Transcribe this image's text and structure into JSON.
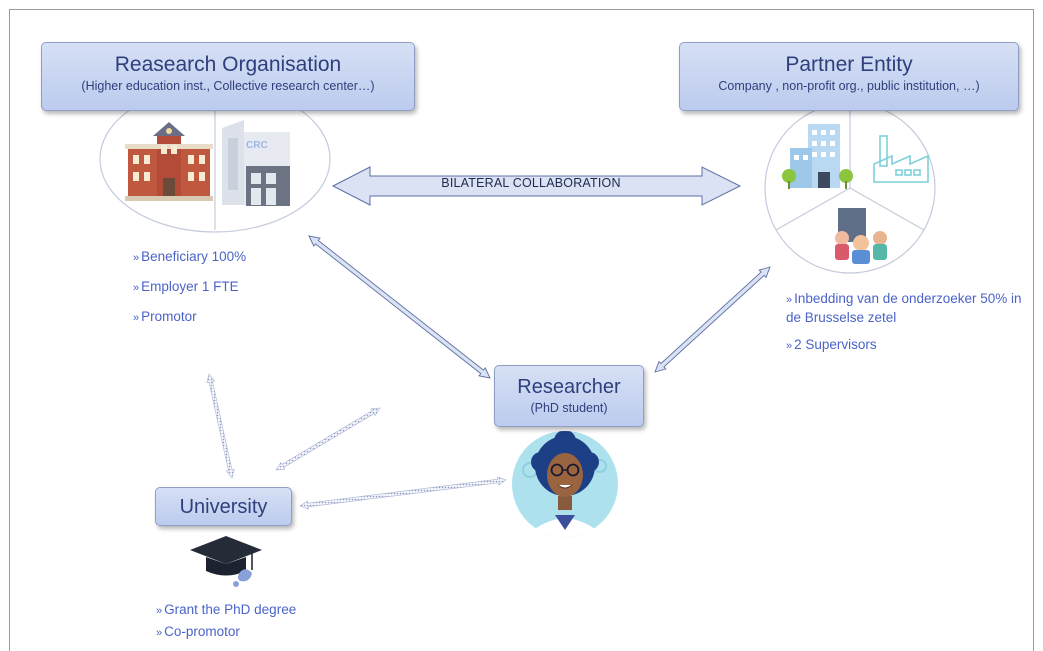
{
  "organisation": {
    "title": "Reasearch Organisation",
    "subtitle": "(Higher education inst., Collective research center…)",
    "crc_label": "CRC",
    "roles": [
      "Beneficiary 100%",
      "Employer 1 FTE",
      "Promotor"
    ]
  },
  "partner": {
    "title": "Partner Entity",
    "subtitle": "Company , non-profit org., public institution, …)",
    "roles": [
      "Inbedding van de onderzoeker 50% in de Brusselse zetel",
      "2 Supervisors"
    ]
  },
  "collaboration": {
    "label": "BILATERAL COLLABORATION"
  },
  "researcher": {
    "title": "Researcher",
    "subtitle": "(PhD student)"
  },
  "university": {
    "title": "University",
    "roles": [
      "Grant the PhD degree",
      "Co-promotor"
    ]
  },
  "bullet_marker": "»",
  "colors": {
    "box_fill": "#c7d3f2",
    "box_text": "#2e3f7c",
    "bullet_text": "#4b63c9",
    "arrow_fill": "#dbe2f3",
    "arrow_stroke": "#5e70a6"
  }
}
